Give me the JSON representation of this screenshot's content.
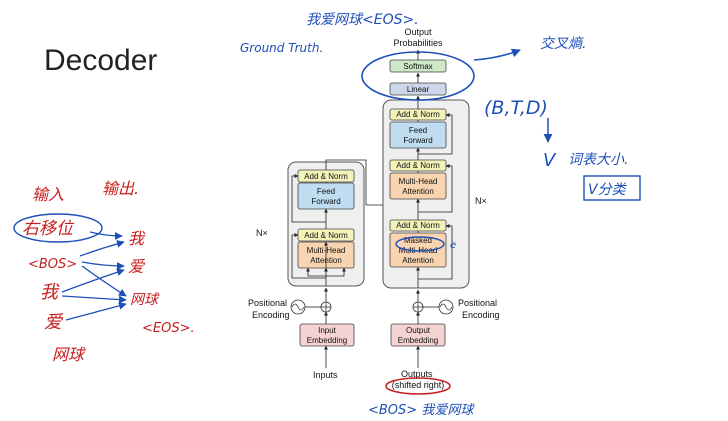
{
  "title": "Decoder",
  "diagram": {
    "output_probabilities": [
      "Output",
      "Probabilities"
    ],
    "softmax": "Softmax",
    "linear": "Linear",
    "add_norm": "Add & Norm",
    "feed_forward": [
      "Feed",
      "Forward"
    ],
    "multi_head_attention": [
      "Multi-Head",
      "Attention"
    ],
    "masked_attention": [
      "Masked",
      "Multi-Head",
      "Attention"
    ],
    "nx": "N×",
    "positional_encoding": [
      "Positional",
      "Encoding"
    ],
    "input_embedding": [
      "Input",
      "Embedding"
    ],
    "output_embedding": [
      "Output",
      "Embedding"
    ],
    "inputs": "Inputs",
    "outputs": [
      "Outputs",
      "(shifted right)"
    ]
  },
  "annotations": {
    "top_blue": "我爱网球<EOS>.",
    "ground_truth": "Ground Truth.",
    "cross_entropy": "交叉熵.",
    "btd": "(B,T,D)",
    "v": "V",
    "vocab_size": "词表大小.",
    "v_class": "V分类",
    "bottom_blue": "<BOS> 我爱网球",
    "shuru": "输入",
    "shuchu": "输出.",
    "youyiwei": "右移位",
    "bos": "<BOS>",
    "wo_left": "我",
    "ai_left": "爱",
    "wangqiu_left": "网球",
    "wo_right": "我",
    "ai_right": "爱",
    "wangqiu_right": "网球",
    "eos": "<EOS>.",
    "e_mark": "e"
  },
  "colors": {
    "add_norm_fill": "#f3f2b8",
    "ff_fill": "#bfdcf0",
    "attn_fill": "#f8d5b0",
    "embed_fill": "#f6d3d3",
    "softmax_fill": "#cfe8c8",
    "linear_fill": "#cdd6ea",
    "block_fill": "#efefef",
    "ink_blue": "#1d4fb8",
    "ink_red": "#c81d1d"
  }
}
